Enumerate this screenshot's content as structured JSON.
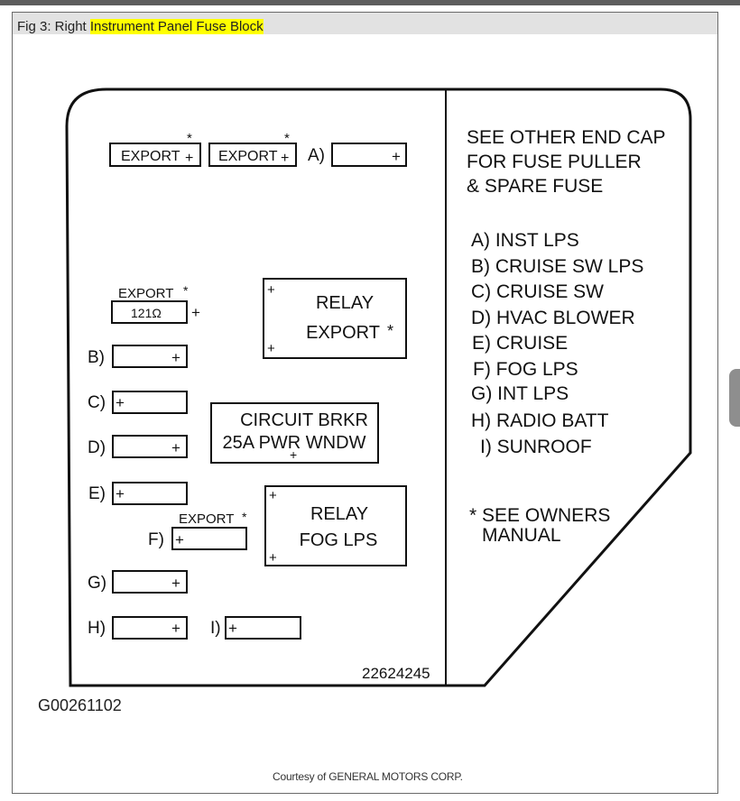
{
  "caption": {
    "prefix": "Fig 3: Right ",
    "highlight": "Instrument Panel Fuse Block"
  },
  "colors": {
    "highlight": "#ffff00",
    "caption_bar": "#e2e2e2",
    "topbar": "#5d5d5d"
  },
  "fuse_block": {
    "top_row": {
      "export_1": "EXPORT",
      "export_2": "EXPORT",
      "fuse_a": "A)"
    },
    "export_resistor": {
      "label": "EXPORT",
      "value": "121Ω"
    },
    "relay_export": {
      "line1": "RELAY",
      "line2": "EXPORT"
    },
    "circuit_breaker": {
      "line1": "CIRCUIT BRKR",
      "line2": "25A PWR WNDW"
    },
    "relay_fog": {
      "line1": "RELAY",
      "line2": "FOG LPS"
    },
    "export_f": "EXPORT",
    "fuses": {
      "b": "B)",
      "c": "C)",
      "d": "D)",
      "e": "E)",
      "f": "F)",
      "g": "G)",
      "h": "H)",
      "i": "I)"
    },
    "part_number": "22624245"
  },
  "legend": {
    "note_lines": [
      "SEE OTHER END CAP",
      "FOR FUSE PULLER",
      "& SPARE FUSE"
    ],
    "items": [
      "A) INST LPS",
      "B) CRUISE SW LPS",
      "C) CRUISE SW",
      "D) HVAC BLOWER",
      "E) CRUISE",
      "F) FOG LPS",
      "G) INT LPS",
      "H) RADIO BATT",
      "I) SUNROOF"
    ],
    "footnote_lines": [
      "* SEE OWNERS",
      "MANUAL"
    ]
  },
  "symbols": {
    "plus": "+",
    "star": "*"
  },
  "figure_id": "G00261102",
  "courtesy": "Courtesy of GENERAL MOTORS CORP."
}
